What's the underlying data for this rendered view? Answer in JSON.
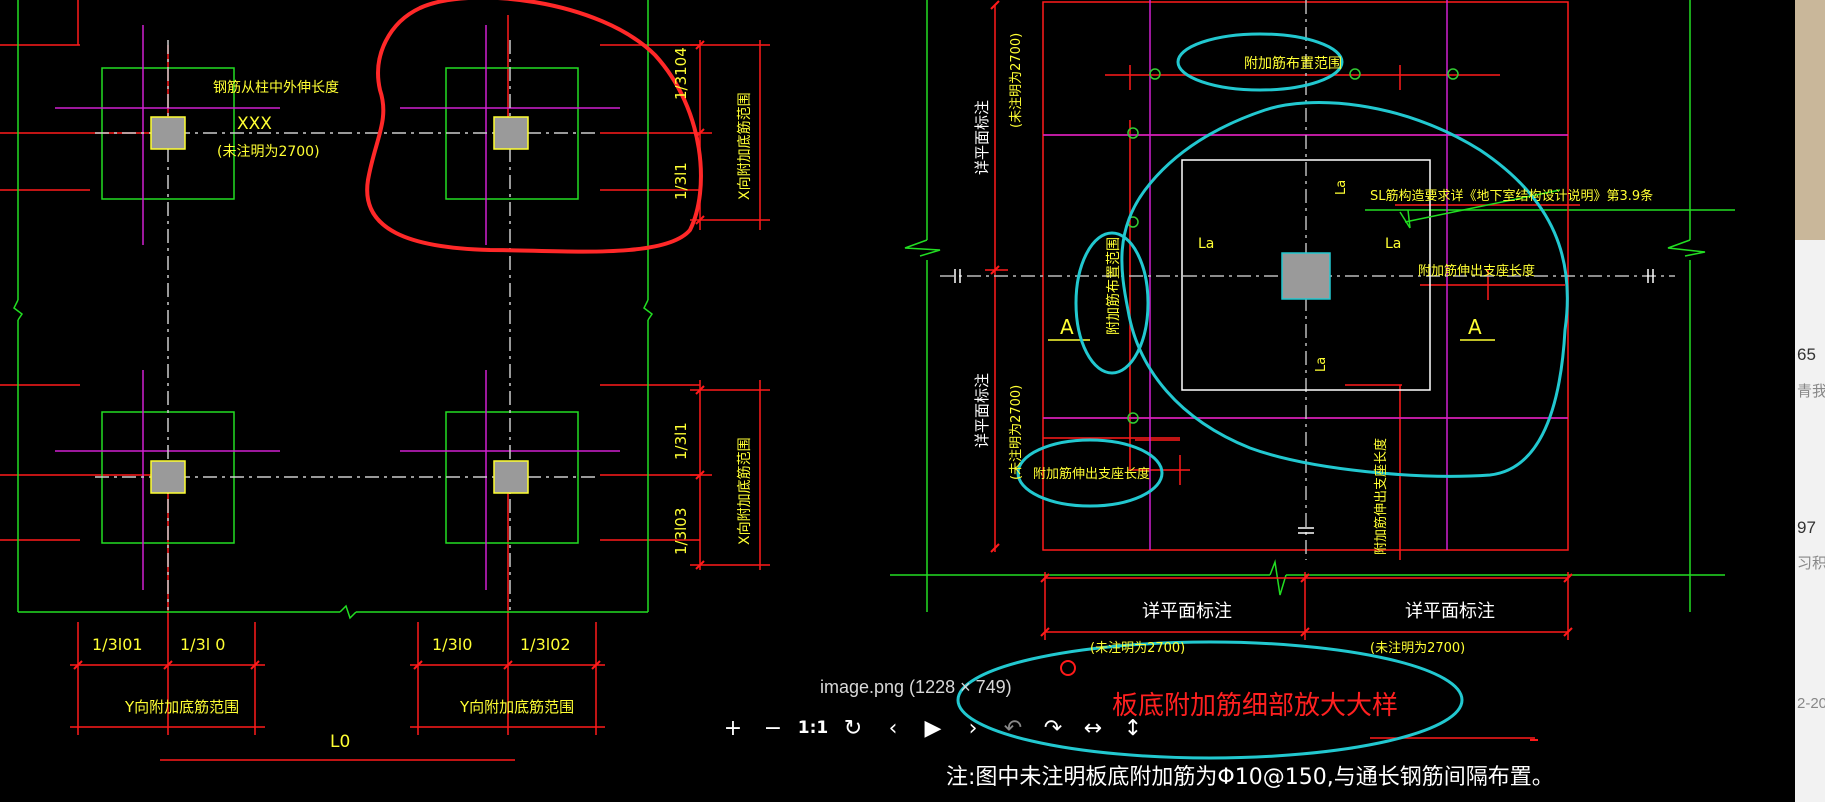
{
  "viewer": {
    "caption": "image.png (1228 × 749)",
    "toolbar": [
      {
        "name": "zoom-in-button",
        "icon": "plus-icon",
        "glyph": "+"
      },
      {
        "name": "zoom-out-button",
        "icon": "minus-icon",
        "glyph": "−"
      },
      {
        "name": "actual-size-button",
        "icon": "one-to-one-icon",
        "glyph": "1:1"
      },
      {
        "name": "reset-button",
        "icon": "refresh-icon",
        "glyph": "↻"
      },
      {
        "name": "previous-button",
        "icon": "chevron-left-icon",
        "glyph": "‹"
      },
      {
        "name": "play-button",
        "icon": "play-icon",
        "glyph": "▶"
      },
      {
        "name": "next-button",
        "icon": "chevron-right-icon",
        "glyph": "›"
      },
      {
        "name": "rotate-left-button",
        "icon": "rotate-left-icon",
        "glyph": "↶"
      },
      {
        "name": "rotate-right-button",
        "icon": "rotate-right-icon",
        "glyph": "↷"
      },
      {
        "name": "flip-horizontal-button",
        "icon": "flip-horizontal-icon",
        "glyph": "↔"
      },
      {
        "name": "flip-vertical-button",
        "icon": "flip-vertical-icon",
        "glyph": "↕"
      }
    ]
  },
  "drawing": {
    "left": {
      "label_top": "钢筋从柱中外伸长度",
      "label_xxx": "XXX",
      "label_note1": "(未注明为2700)",
      "dim_right_top": "1/3104",
      "dim_right_mid": "1/3l1",
      "dim_right_x1": "X向附加底筋范围",
      "dim_right_low1": "1/3l1",
      "dim_right_low2": "1/3l03",
      "dim_right_x2": "X向附加底筋范围",
      "dim_bot_a": "1/3l01",
      "dim_bot_b": "1/3l 0",
      "dim_bot_c": "1/3l0",
      "dim_bot_d": "1/3l02",
      "y_range_left": "Y向附加底筋范围",
      "y_range_right": "Y向附加底筋范围",
      "l0": "L0"
    },
    "right": {
      "top_bubble": "附加筋布置范围",
      "vert_label_upper": "详平面标注",
      "vert_note_upper": "(未注明为2700)",
      "vert_label_lower": "详平面标注",
      "vert_note_lower": "(未注明为2700)",
      "bubble_left_a": "附加筋布置范围",
      "bubble_left_b": "附加筋伸出支座长度",
      "slab_note": "SL筋构造要求详《地下室结构设计说明》第3.9条",
      "la_1": "La",
      "la_2": "La",
      "la_3": "La",
      "la_4": "La",
      "extend_label": "附加筋伸出支座长度",
      "vert_extend": "附加筋伸出支座长度",
      "section_a1": "A",
      "section_a2": "A",
      "bottom_label_1": "详平面标注",
      "bottom_label_2": "详平面标注",
      "bottom_note_1": "(未注明为2700)",
      "bottom_note_2": "(未注明为2700)",
      "detail_title": "板底附加筋细部放大大样",
      "note": "注:图中未注明板底附加筋为Φ10@150,与通长钢筋间隔布置。"
    }
  },
  "side_panel": {
    "num1": "65",
    "text1": "青我",
    "num2": "97",
    "text2": "习积",
    "date": "2-20"
  },
  "colors": {
    "background": "#000000",
    "red": "#ff1a1a",
    "green": "#22dd22",
    "magenta": "#d020d0",
    "yellow": "#ffff33",
    "cyan": "#22c8d0",
    "gray_column": "#9a9a9a",
    "white": "#ffffff"
  }
}
